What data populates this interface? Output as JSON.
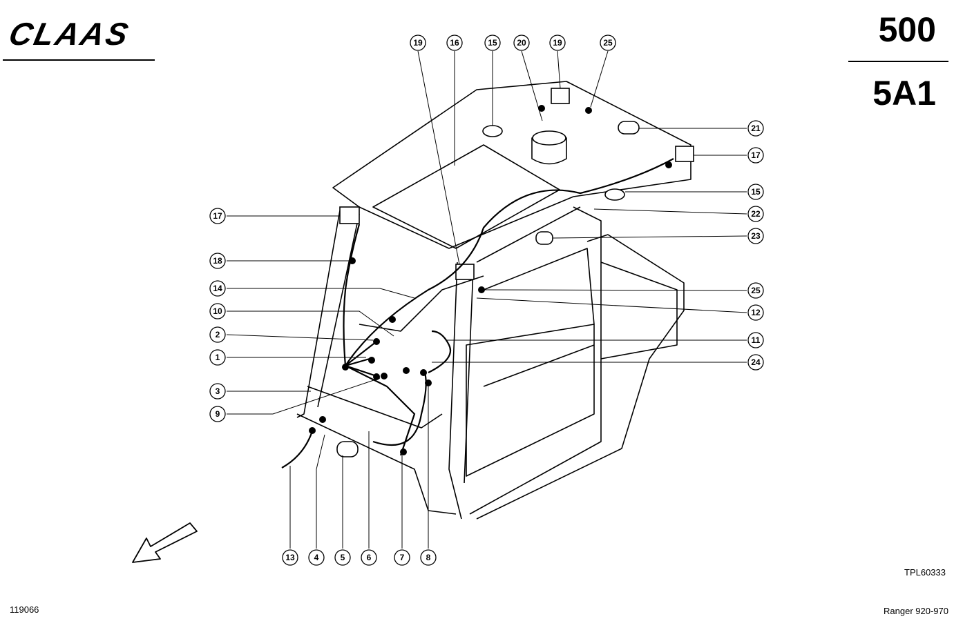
{
  "header": {
    "logo_text": "CLAAS",
    "page_number": "500",
    "group_code": "5A1"
  },
  "footer": {
    "drawing_ref": "TPL60333",
    "document_number": "119066",
    "model_range": "Ranger 920-970"
  },
  "callouts": [
    {
      "label": "19"
    },
    {
      "label": "16"
    },
    {
      "label": "15"
    },
    {
      "label": "20"
    },
    {
      "label": "19"
    },
    {
      "label": "25"
    },
    {
      "label": "21"
    },
    {
      "label": "17"
    },
    {
      "label": "15"
    },
    {
      "label": "22"
    },
    {
      "label": "23"
    },
    {
      "label": "25"
    },
    {
      "label": "12"
    },
    {
      "label": "11"
    },
    {
      "label": "24"
    },
    {
      "label": "17"
    },
    {
      "label": "18"
    },
    {
      "label": "14"
    },
    {
      "label": "10"
    },
    {
      "label": "2"
    },
    {
      "label": "1"
    },
    {
      "label": "3"
    },
    {
      "label": "9"
    },
    {
      "label": "13"
    },
    {
      "label": "4"
    },
    {
      "label": "5"
    },
    {
      "label": "6"
    },
    {
      "label": "7"
    },
    {
      "label": "8"
    }
  ],
  "icons": {
    "direction_arrow": "arrow-down-left-icon"
  }
}
